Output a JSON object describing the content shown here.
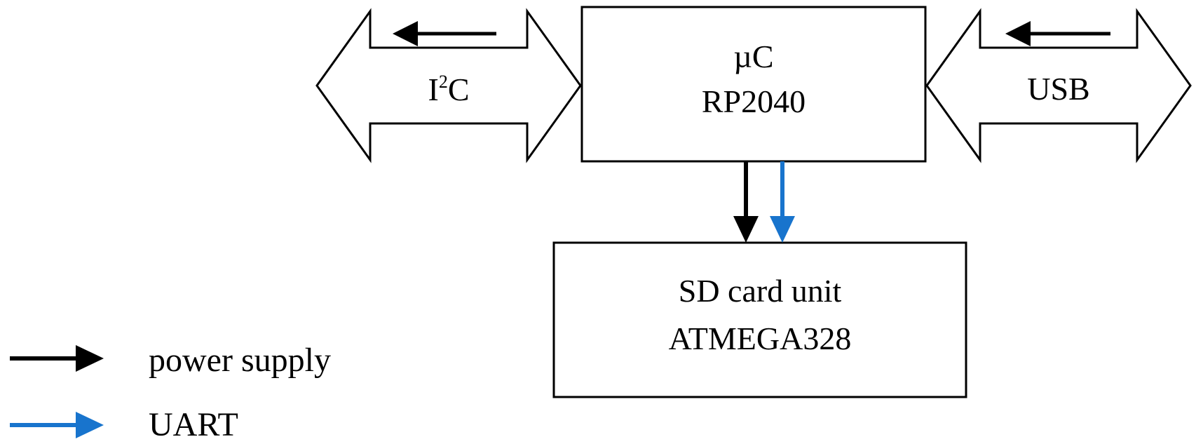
{
  "colors": {
    "line": "#000000",
    "power": "#000000",
    "uart": "#1874cd",
    "background": "#ffffff"
  },
  "blocks": {
    "mcu": {
      "line1": "µC",
      "line2": "RP2040"
    },
    "sd": {
      "line1": "SD card unit",
      "line2": "ATMEGA328"
    }
  },
  "interfaces": {
    "i2c": {
      "base": "I",
      "sup": "2",
      "tail": "C"
    },
    "usb": {
      "label": "USB"
    }
  },
  "legend": [
    {
      "label": "power supply",
      "color": "#000000",
      "icon": "arrow-right-icon"
    },
    {
      "label": "UART",
      "color": "#1874cd",
      "icon": "arrow-right-icon"
    }
  ]
}
